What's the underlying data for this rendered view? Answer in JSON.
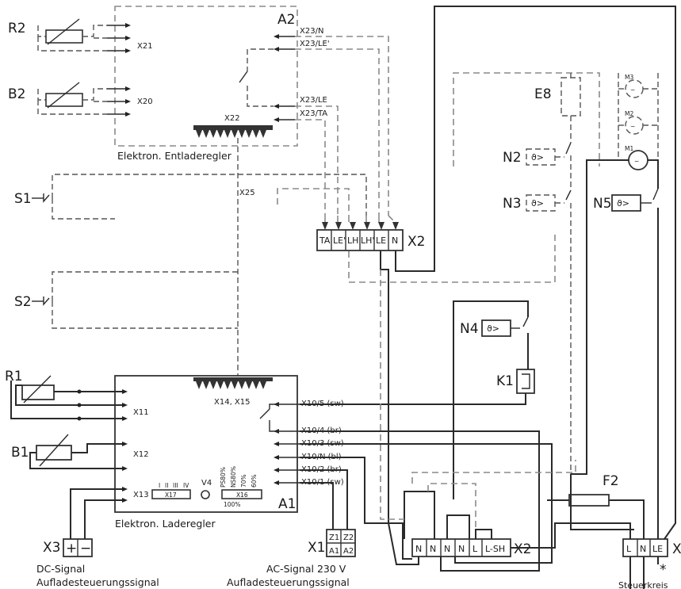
{
  "components": {
    "R2": "R2",
    "B2": "B2",
    "S1": "S1",
    "S2": "S2",
    "R1": "R1",
    "B1": "B1",
    "A2": "A2",
    "A1": "A1",
    "X2_top": "X2",
    "X2_bottom": "X2",
    "X1": "X1",
    "X3": "X3",
    "E8": "E8",
    "N2": "N2",
    "N3": "N3",
    "N4": "N4",
    "N5": "N5",
    "K1": "K1",
    "F2": "F2",
    "M1": "M1",
    "M2": "M2",
    "M3": "M3",
    "X_right": "X",
    "asterisk": "*"
  },
  "controller_a2": {
    "caption": "Elektron. Entladeregler",
    "X21": "X21",
    "X20": "X20",
    "X22": "X22",
    "X25": "X25",
    "pins": [
      "X23/N",
      "X23/LE'",
      "X23/LE",
      "X23/TA"
    ]
  },
  "terminal_x2_top": [
    "TA",
    "LE'",
    "LH",
    "LH'",
    "LE",
    "N"
  ],
  "controller_a1": {
    "caption": "Elektron. Laderegler",
    "X11": "X11",
    "X12": "X12",
    "X13": "X13",
    "X14_X15": "X14, X15",
    "X17": "X17",
    "X16": "X16",
    "V4": "V4",
    "selector_left": [
      "I",
      "II",
      "III",
      "IV"
    ],
    "selector_right": [
      "PS80%",
      "NS80%",
      "70%",
      "60%"
    ],
    "pct100": "100%",
    "pins": [
      "X10/5 (sw)",
      "X10/4 (br)",
      "X10/3 (sw)",
      "X10/N (bl)",
      "X10/2 (br)",
      "X10/1 (sw)"
    ]
  },
  "terminal_x2_bottom": [
    "N",
    "N",
    "N",
    "N",
    "L",
    "L-SH"
  ],
  "terminal_x_right": [
    "L",
    "N",
    "LE"
  ],
  "terminal_x1": [
    "Z1",
    "Z2",
    "A1",
    "A2"
  ],
  "signals": {
    "dc_title": "DC-Signal",
    "dc_sub": "Aufladesteuerungssignal",
    "ac_title": "AC-Signal 230 V",
    "ac_sub": "Aufladesteuerungssignal",
    "steuer": "Steuerkreis"
  },
  "thermostat_symbol": "ϑ>",
  "dc_plus": "+",
  "dc_minus": "−"
}
